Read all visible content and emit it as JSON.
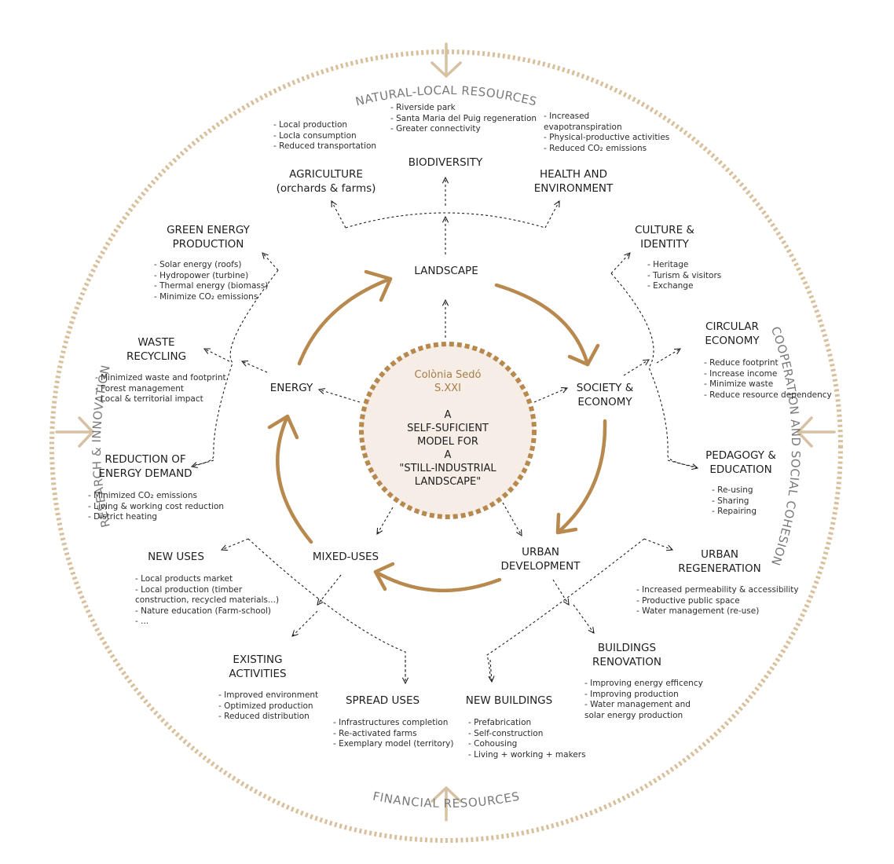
{
  "outer": {
    "top": "NATURAL-LOCAL RESOURCES",
    "bottom": "FINANCIAL RESOURCES",
    "left": "RESEARCH & INNOVATION",
    "right": "COOPERATION AND SOCIAL COHESION"
  },
  "center": {
    "title": "Colònia Sedó\nS.XXI",
    "subtitle": "A\nSELF-SUFICIENT\nMODEL FOR\nA\n\"STILL-INDUSTRIAL\nLANDSCAPE\""
  },
  "nodes": {
    "landscape": "LANDSCAPE",
    "society": "SOCIETY &\nECONOMY",
    "urban_development": "URBAN\nDEVELOPMENT",
    "mixed_uses": "MIXED-USES",
    "energy": "ENERGY"
  },
  "themes": {
    "agriculture": {
      "label": "AGRICULTURE\n(orchards & farms)",
      "bullets": "- Local production\n- Locla consumption\n- Reduced transportation"
    },
    "biodiversity": {
      "label": "BIODIVERSITY",
      "bullets": "- Riverside park\n- Santa Maria del Puig regeneration\n- Greater connectivity"
    },
    "health": {
      "label": "HEALTH AND\nENVIRONMENT",
      "bullets": "- Increased\nevapotranspiration\n- Physical-productive activities\n- Reduced CO₂ emissions"
    },
    "culture": {
      "label": "CULTURE &\nIDENTITY",
      "bullets": "- Heritage\n- Turism & visitors\n- Exchange"
    },
    "circular": {
      "label": "CIRCULAR\nECONOMY",
      "bullets": "- Reduce footprint\n- Increase income\n- Minimize waste\n- Reduce resource dependency"
    },
    "pedagogy": {
      "label": "PEDAGOGY &\nEDUCATION",
      "bullets": "- Re-using\n- Sharing\n- Repairing"
    },
    "urban_regeneration": {
      "label": "URBAN\nREGENERATION",
      "bullets": "- Increased permeability & accessibility\n- Productive public space\n- Water management (re-use)"
    },
    "buildings_renovation": {
      "label": "BUILDINGS\nRENOVATION",
      "bullets": "- Improving energy efficency\n- Improving production\n- Water management and\n  solar energy production"
    },
    "new_buildings": {
      "label": "NEW BUILDINGS",
      "bullets": "- Prefabrication\n- Self-construction\n- Cohousing\n- Living + working + makers"
    },
    "spread_uses": {
      "label": "SPREAD USES",
      "bullets": "- Infrastructures completion\n- Re-activated farms\n- Exemplary model (territory)"
    },
    "existing_activities": {
      "label": "EXISTING\nACTIVITIES",
      "bullets": "- Improved environment\n- Optimized production\n- Reduced distribution"
    },
    "new_uses": {
      "label": "NEW USES",
      "bullets": "- Local products market\n- Local production (timber\n  construction, recycled materials...)\n- Nature education (Farm-school)\n- ..."
    },
    "reduction": {
      "label": "REDUCTION OF\nENERGY DEMAND",
      "bullets": "- Minimized CO₂ emissions\n- Living & working cost reduction\n- District heating"
    },
    "waste": {
      "label": "WASTE\nRECYCLING",
      "bullets": "- Minimized waste and footprint\n- Forest management\n- Local & territorial impact"
    },
    "green_energy": {
      "label": "GREEN ENERGY\nPRODUCTION",
      "bullets": "- Solar energy (roofs)\n- Hydropower (turbine)\n- Thermal energy (biomass)\n- Minimize CO₂ emissions"
    }
  },
  "colors": {
    "accent": "#b8894e",
    "outer_ring": "#d9c09c",
    "outer_arrow": "#d6c2a3",
    "center_fill": "#f5ede6",
    "center_border": "#b8894e",
    "text": "#1e1e1e"
  }
}
